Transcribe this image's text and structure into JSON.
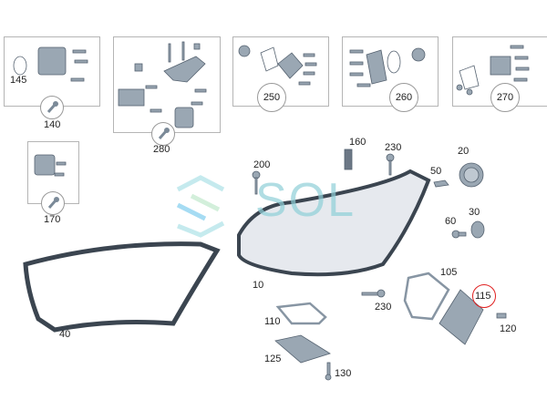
{
  "watermark": "SOL",
  "kits": [
    {
      "number": "140",
      "sub_label": "145",
      "icon": "wrench-icon"
    },
    {
      "number": "280",
      "icon": "wrench-icon"
    },
    {
      "number": "250"
    },
    {
      "number": "260"
    },
    {
      "number": "270"
    },
    {
      "number": "170",
      "icon": "wrench-icon"
    }
  ],
  "parts": {
    "p10": "10",
    "p20": "20",
    "p30": "30",
    "p40": "40",
    "p50": "50",
    "p60": "60",
    "p105": "105",
    "p110": "110",
    "p115": "115",
    "p120": "120",
    "p125": "125",
    "p130": "130",
    "p160": "160",
    "p200": "200",
    "p230a": "230",
    "p230b": "230"
  },
  "highlight": {
    "part": "115",
    "color": "#e02020"
  }
}
